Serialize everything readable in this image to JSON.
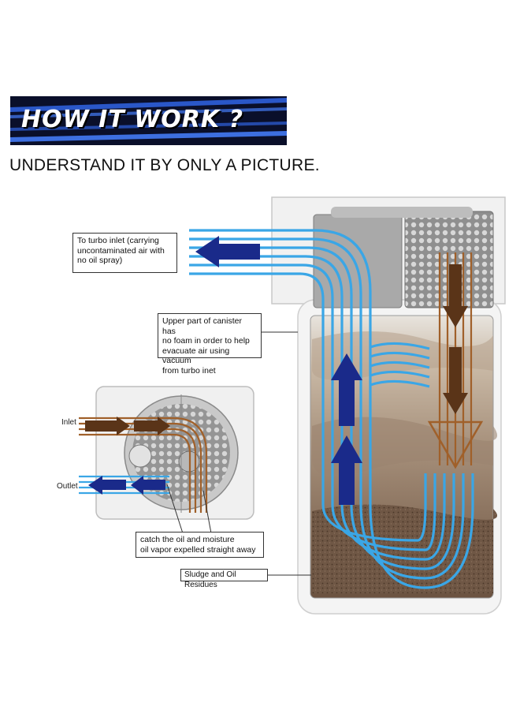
{
  "header": {
    "banner_text": "HOW IT WORK ?",
    "subtitle": "UNDERSTAND IT BY ONLY A PICTURE."
  },
  "callouts": {
    "turbo_inlet": "To turbo inlet (carrying\nuncontaminated air with\nno oil spray)",
    "upper_canister": "Upper part of canister has\nno foam in order to help\nevacuate air using vacuum\nfrom turbo inet",
    "catch_oil": "catch the oil and moisture\noil vapor expelled straight away",
    "sludge": "Sludge and Oil Residues"
  },
  "inset": {
    "inlet_label": "Inlet",
    "outlet_label": "Outlet"
  },
  "colors": {
    "banner_bg": "#0a0f2a",
    "banner_stripe": "#2a57c8",
    "air_flow": "#3aa6e6",
    "clean_arrow": "#1a2a8a",
    "dirty_arrow": "#5a3418",
    "sludge": "#6b5240"
  }
}
